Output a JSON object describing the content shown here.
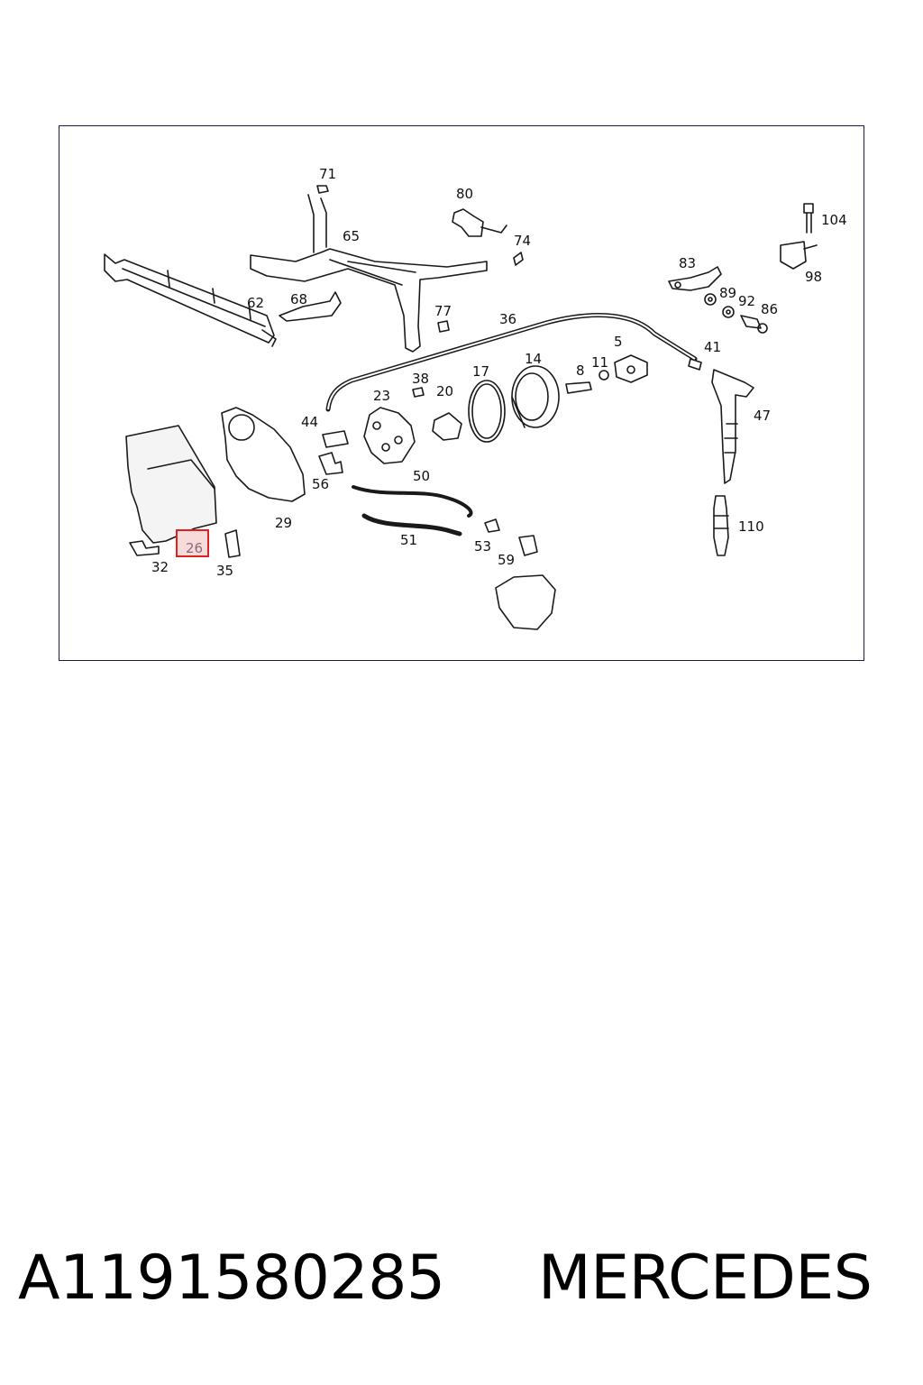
{
  "diagram": {
    "callouts": [
      "71",
      "80",
      "65",
      "74",
      "104",
      "62",
      "68",
      "83",
      "98",
      "77",
      "36",
      "89",
      "92",
      "86",
      "5",
      "41",
      "14",
      "17",
      "8",
      "11",
      "38",
      "23",
      "20",
      "44",
      "47",
      "50",
      "56",
      "29",
      "110",
      "51",
      "53",
      "59",
      "26",
      "32",
      "35"
    ],
    "highlighted_callout": "26",
    "highlight_color": "#e02020",
    "highlight_fill": "#f7dada",
    "line_color": "#1a1a1a",
    "frame_color": "#1d1d4a"
  },
  "footer": {
    "part_number": "A1191580285",
    "brand": "MERCEDES"
  }
}
